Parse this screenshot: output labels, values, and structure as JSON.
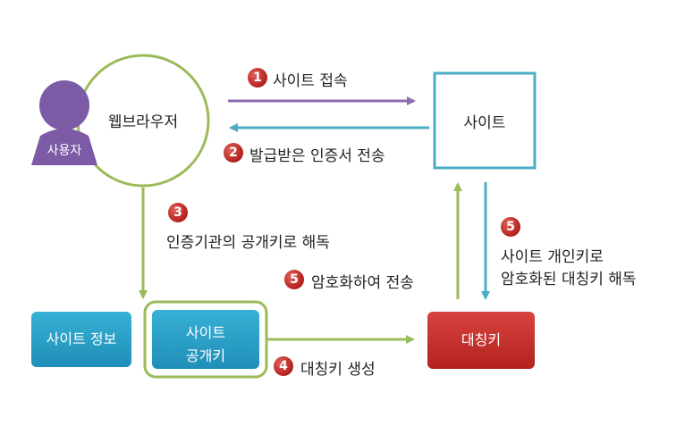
{
  "user": {
    "label": "사용자"
  },
  "browser": {
    "label": "웹브라우저"
  },
  "site": {
    "label": "사이트"
  },
  "site_info": {
    "label": "사이트 정보"
  },
  "public_key": {
    "line1": "사이트",
    "line2": "공개키"
  },
  "symmetric_key": {
    "label": "대칭키"
  },
  "steps": {
    "s1": {
      "num": "1",
      "text": "사이트 접속"
    },
    "s2": {
      "num": "2",
      "text": "발급받은 인증서 전송"
    },
    "s3": {
      "num": "3",
      "text": "인증기관의 공개키로 해독"
    },
    "s4": {
      "num": "4",
      "text": "대칭키 생성"
    },
    "s5a": {
      "num": "5",
      "text": "암호화하여 전송"
    },
    "s5b": {
      "num": "5",
      "line1": "사이트 개인키로",
      "line2": "암호화된 대칭키 해독"
    }
  },
  "colors": {
    "purple": "#8c6bb1",
    "teal": "#4bacc6",
    "green": "#9bbb59",
    "red": "#c0312d",
    "blue_box": "#2a9bc4"
  }
}
